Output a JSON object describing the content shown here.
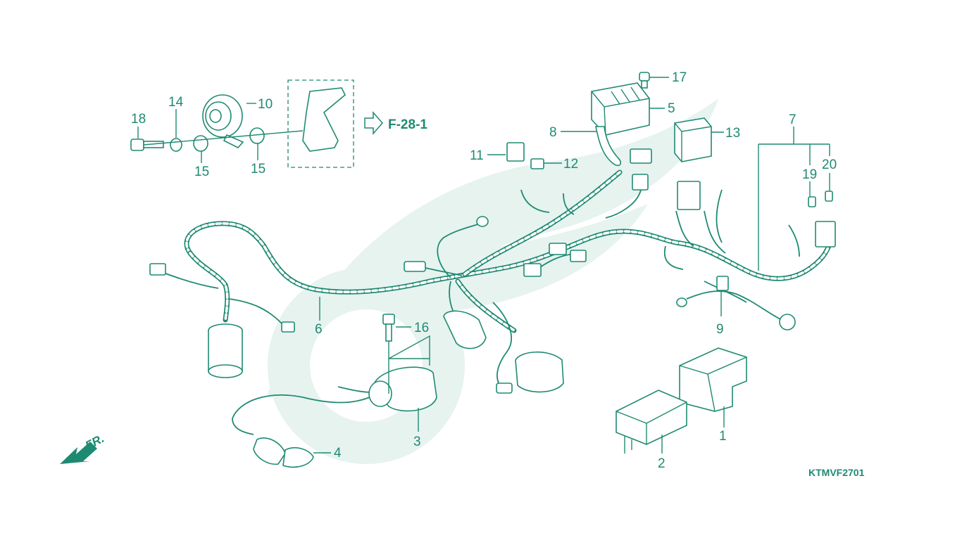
{
  "diagram": {
    "code": "KTMVF2701",
    "reference": "F-28-1",
    "direction_label": "FR.",
    "callouts": [
      "1",
      "2",
      "3",
      "4",
      "5",
      "6",
      "7",
      "8",
      "9",
      "10",
      "11",
      "12",
      "13",
      "14",
      "15",
      "15",
      "16",
      "17",
      "18",
      "19",
      "20"
    ]
  },
  "colors": {
    "line": "#1f8a72",
    "watermark": "#e6f3ef"
  }
}
